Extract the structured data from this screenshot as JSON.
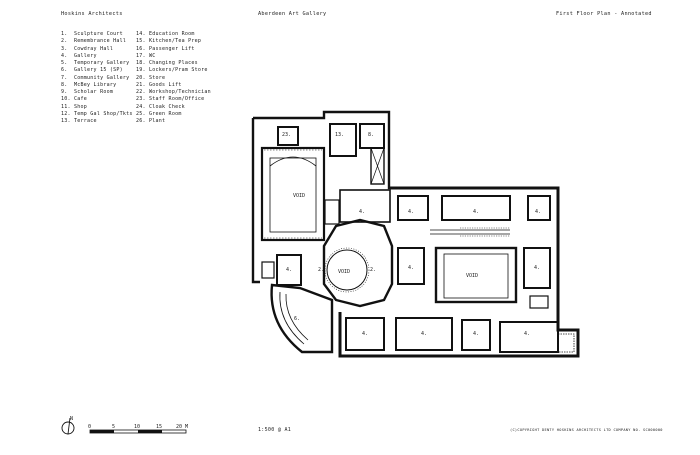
{
  "header": {
    "firm": "Hoskins Architects",
    "project": "Aberdeen Art Gallery",
    "sheet": "First Floor Plan - Annotated"
  },
  "legend_left": [
    {
      "num": "1.",
      "label": "Sculpture Court"
    },
    {
      "num": "2.",
      "label": "Remembrance Hall"
    },
    {
      "num": "3.",
      "label": "Cowdray Hall"
    },
    {
      "num": "4.",
      "label": "Gallery"
    },
    {
      "num": "5.",
      "label": "Temporary Gallery"
    },
    {
      "num": "6.",
      "label": "Gallery 15 (SP)"
    },
    {
      "num": "7.",
      "label": "Community Gallery"
    },
    {
      "num": "8.",
      "label": "McBey Library"
    },
    {
      "num": "9.",
      "label": "Scholar Room"
    },
    {
      "num": "10.",
      "label": "Cafe"
    },
    {
      "num": "11.",
      "label": "Shop"
    },
    {
      "num": "12.",
      "label": "Temp Gal Shop/Tkts"
    },
    {
      "num": "13.",
      "label": "Terrace"
    }
  ],
  "legend_right": [
    {
      "num": "14.",
      "label": "Education Room"
    },
    {
      "num": "15.",
      "label": "Kitchen/Tea Prep"
    },
    {
      "num": "16.",
      "label": "Passenger Lift"
    },
    {
      "num": "17.",
      "label": "WC"
    },
    {
      "num": "18.",
      "label": "Changing Places"
    },
    {
      "num": "19.",
      "label": "Lockers/Pram Store"
    },
    {
      "num": "20.",
      "label": "Store"
    },
    {
      "num": "21.",
      "label": "Goods Lift"
    },
    {
      "num": "22.",
      "label": "Workshop/Technician"
    },
    {
      "num": "23.",
      "label": "Staff Room/Office"
    },
    {
      "num": "24.",
      "label": "Cloak Check"
    },
    {
      "num": "25.",
      "label": "Green Room"
    },
    {
      "num": "26.",
      "label": "Plant"
    }
  ],
  "plan_labels": {
    "void": "VOID",
    "r2": "2.",
    "r4": "4.",
    "r6": "6.",
    "r8": "8.",
    "r13": "13.",
    "r23": "23."
  },
  "scale_bar": {
    "ticks": [
      "0",
      "5",
      "10",
      "15",
      "20 M"
    ]
  },
  "north_label": "N",
  "scale_text": "1:500 @ A1",
  "copyright": "(C)COPYRIGHT DENTY HOSKINS ARCHITECTS LTD  COMPANY NO. SC000000"
}
